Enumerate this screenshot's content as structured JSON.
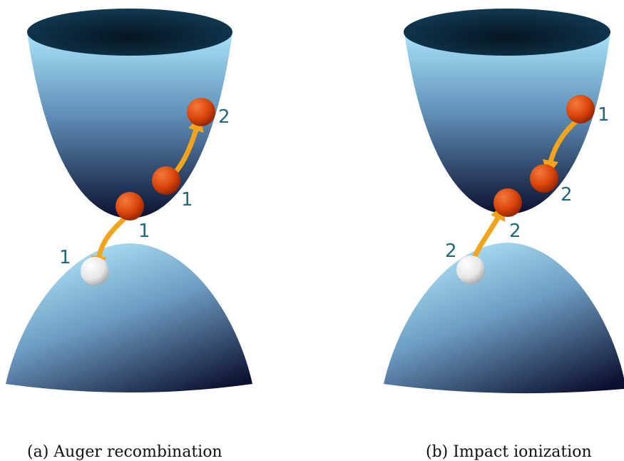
{
  "panels": [
    {
      "caption": "(a) Auger recombination",
      "labels": {
        "e_top": "2",
        "e_mid": "1",
        "e_low": "1",
        "hole": "1"
      }
    },
    {
      "caption": "(b) Impact ionization",
      "labels": {
        "e_top": "1",
        "e_mid": "2",
        "e_low": "2",
        "hole": "2"
      }
    }
  ],
  "colors": {
    "band_light": "#a9e3fa",
    "band_dark": "#0b1030",
    "band_mouth": "#0a2a40",
    "electron": "#d9440a",
    "hole": "#f2f2f2",
    "arrow": "#f2a51c",
    "label": "#1d6a80"
  }
}
